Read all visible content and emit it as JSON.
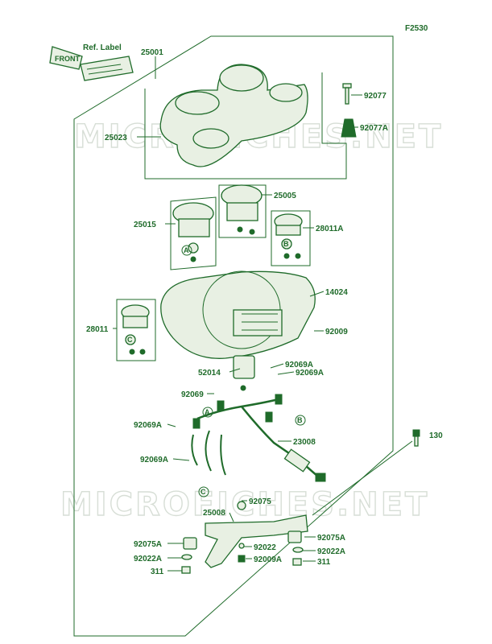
{
  "code": "F2530",
  "ref_label": "Ref. Label",
  "front_tag": "FRONT",
  "watermark": "MICROFICHES.NET",
  "circle_letters": {
    "a": "A",
    "b": "B",
    "c": "C"
  },
  "parts": {
    "p25001": "25001",
    "p92077": "92077",
    "p92077A": "92077A",
    "p25023": "25023",
    "p25005": "25005",
    "p25015": "25015",
    "p28011A": "28011A",
    "p14024": "14024",
    "p28011": "28011",
    "p92009": "92009",
    "p92069A_1": "92069A",
    "p52014": "52014",
    "p92069A_2": "92069A",
    "p92069": "92069",
    "p92069A_3": "92069A",
    "p23008": "23008",
    "p130": "130",
    "p92069A_4": "92069A",
    "p92075": "92075",
    "p25008": "25008",
    "p92075A_l": "92075A",
    "p92075A_r": "92075A",
    "p92022": "92022",
    "p92022A_l": "92022A",
    "p92022A_r": "92022A",
    "p92009A": "92009A",
    "p311_l": "311",
    "p311_r": "311"
  }
}
